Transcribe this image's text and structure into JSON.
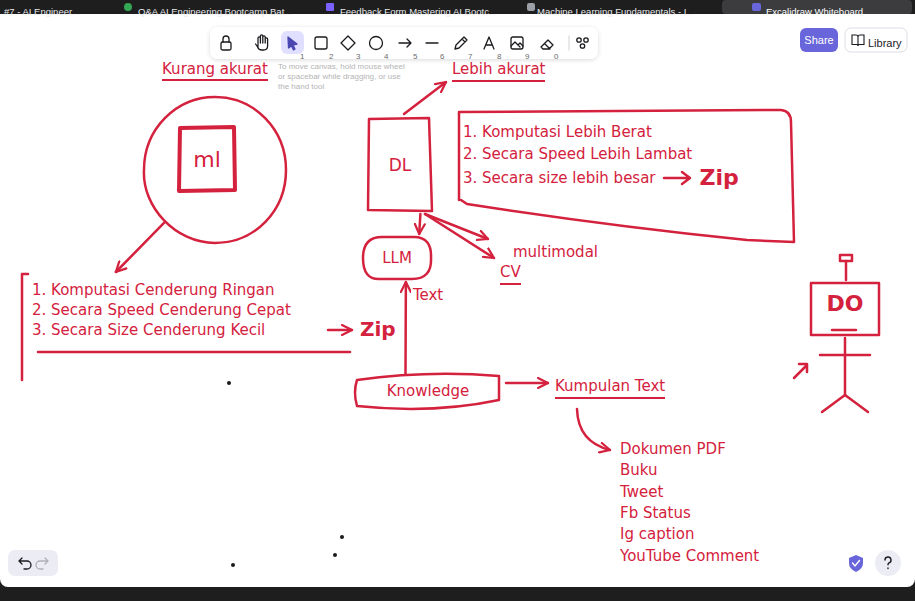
{
  "diagram": {
    "nodes": [
      {
        "text": [
          "Kurang akurat"
        ]
      },
      {
        "text": [
          "ml"
        ],
        "in": 0
      },
      {
        "text": [
          "DL"
        ]
      },
      {
        "text": [
          "1. Komputasi Lebih Berat",
          "2. Secara Speed Lebih Lambat",
          "3. Secara size lebih besar",
          "Zip"
        ]
      },
      {
        "text": [
          "LLM"
        ]
      },
      {
        "text": [
          "1. Komputasi Cenderung Ringan",
          "2. Secara Speed Cenderung Cepat",
          "3. Secara Size Cenderung Kecil"
        ]
      },
      {
        "text": [
          "DO"
        ]
      },
      {
        "text": [
          "Knowledge"
        ]
      }
    ],
    "edges": [
      {
        "from": 2,
        "to": 4,
        "arrow": "to"
      },
      {
        "from": 7,
        "to": 4,
        "label": "Text",
        "arrow": "to"
      },
      {
        "from": 0,
        "to": 5,
        "arrow": "to"
      }
    ],
    "labels": [
      "#7 - AI Engineer...",
      "Q&A AI Engineering Bootcamp Bat...",
      "Feedback Form Mastering AI Bootc...",
      "Machine Learning Fundamentals - I...",
      "Excalidraw Whiteboard",
      "1",
      "2",
      "3",
      "4",
      "5",
      "6",
      "7",
      "8",
      "9",
      "0",
      "Share",
      "Library",
      "To move canvas, hold mouse wheel or spacebar while dragging, or use the hand tool",
      "Lebih akurat",
      "multimodal",
      "CV",
      "Zip",
      "Kumpulan Text",
      "Dokumen PDF",
      "Buku",
      "Tweet",
      "Fb Status",
      "Ig caption",
      "YouTube Comment"
    ]
  }
}
